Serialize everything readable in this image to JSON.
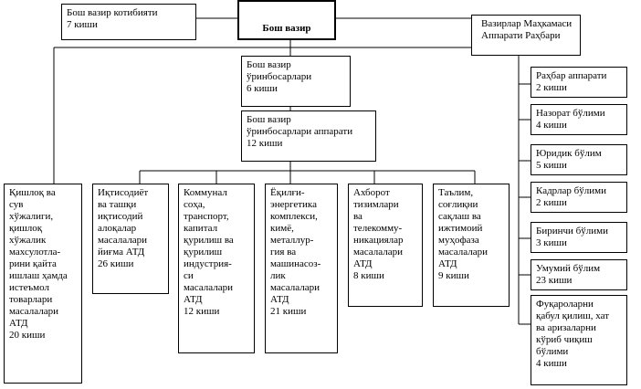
{
  "nodes": {
    "pm_secretariat": "Бош вазир котибияти\n7 киши",
    "pm": "Бош вазир",
    "cabinet_head": "Вазирлар Маҳкамаси\nАппарати Раҳбари",
    "deputies": "Бош вазир\nўринбосарлари\n6 киши",
    "deputies_apparatus": "Бош вазир\nўринбосарлари аппарати\n12 киши",
    "agriculture": "Қишлоқ ва\nсув\nхўжалиги,\nқишлоқ\nхўжалик\nмахсулотла-\nрини қайта\nишлаш ҳамда\nистеъмол\nтоварлари\nмасалалари\nАТД\n20 киши",
    "economy": "Иқтисодиёт\nва ташқи\nиқтисодий\nалоқалар\nмасалалари\nйиғма АТД\n26 киши",
    "communal": "Коммунал\nсоҳа,\nтранспорт,\nкапитал\nқурилиш ва\nқурилиш\nиндустрия-\nси\nмасалалари\nАТД\n12 киши",
    "energy": "Ёқилғи-\nэнергетика\nкомплекси,\nкимё,\nметаллур-\nгия ва\nмашинасоз-\nлик\nмасалалари\nАТД\n21 киши",
    "information": "Ахборот\nтизимлари\nва\nтелекомму-\nникациялар\nмасалалари\nАТД\n8 киши",
    "education": "Таълим,\nсоғлиқни\nсақлаш ва\nижтимоий\nмуҳофаза\nмасалалари\nАТД\n9 киши",
    "leadership_apparatus": "Раҳбар аппарати\n2 киши",
    "control_dept": "Назорат бўлими\n4 киши",
    "legal_dept": "Юридик бўлим\n5 киши",
    "personnel_dept": "Кадрлар бўлими\n2 киши",
    "first_dept": "Биринчи бўлими\n3 киши",
    "general_dept": "Умумий бўлим\n23 киши",
    "citizens_dept": "Фуқароларни\nқабул қилиш, хат\nва аризаларни\nкўриб чиқиш\nбўлими\n4 киши"
  },
  "colors": {
    "border": "#000000",
    "background": "#ffffff"
  }
}
